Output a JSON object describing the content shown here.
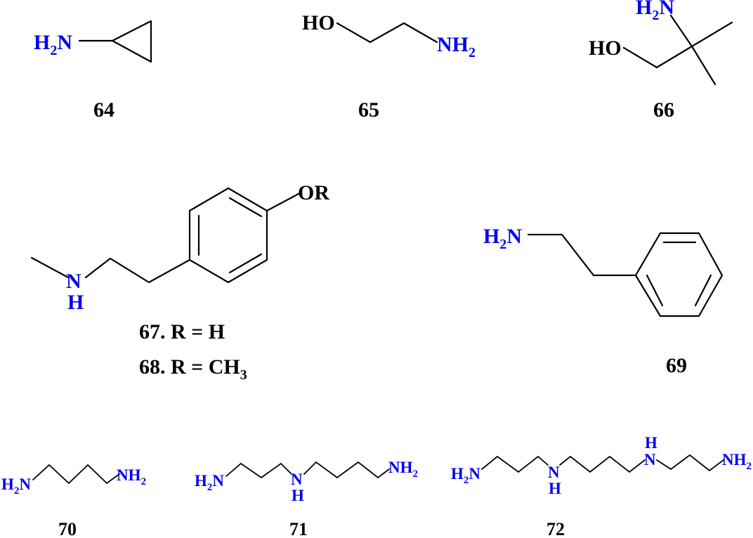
{
  "colors": {
    "bond": "#000000",
    "heteroatom": "#0000ee",
    "label": "#000000"
  },
  "atoms": {
    "h2n": "H",
    "h2n_sub": "2",
    "n": "N",
    "ho": "HO",
    "nh": "NH",
    "nh_sub": "2",
    "h": "H",
    "or": "OR"
  },
  "compounds": [
    {
      "id": "64",
      "label": "64"
    },
    {
      "id": "65",
      "label": "65"
    },
    {
      "id": "66",
      "label": "66"
    },
    {
      "id": "67",
      "label": "67. R = H"
    },
    {
      "id": "68",
      "label_main": "68. R = CH",
      "label_sub": "3"
    },
    {
      "id": "69",
      "label": "69"
    },
    {
      "id": "70",
      "label": "70"
    },
    {
      "id": "71",
      "label": "71"
    },
    {
      "id": "72",
      "label": "72"
    }
  ]
}
